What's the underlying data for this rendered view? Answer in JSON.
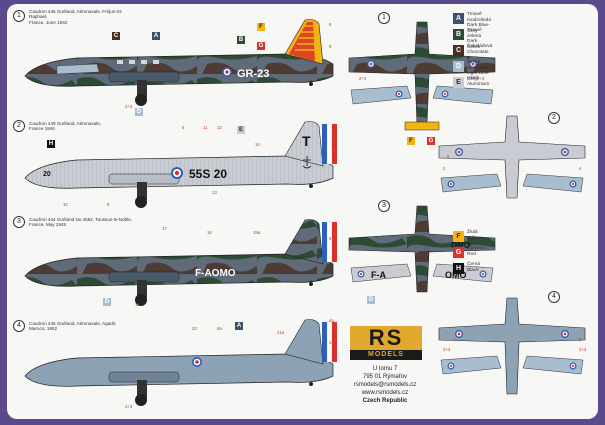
{
  "profiles": [
    {
      "num": "1",
      "title": "Caudron 445 Goéland, Aéronavale, Fréjus-St-Raphael,\nFrance, June 1942",
      "code": "GR-23"
    },
    {
      "num": "2",
      "title": "Caudron 449 Goéland, Aéronavale,\nFrance 1946",
      "code": "55S 20",
      "tail": "T",
      "side": "20"
    },
    {
      "num": "3",
      "title": "Caudron 444 Goéland No.4592, Toussus-le-Noble,\nFrance, May 1945",
      "code": "F-AOMO"
    },
    {
      "num": "4",
      "title": "Caudron 445 Goéland, Aéronavale, Agadir,\nMaroco, 1952"
    }
  ],
  "plans": [
    {
      "num": "1"
    },
    {
      "num": "2"
    },
    {
      "num": "3",
      "code_left": "F-A",
      "code_right": "OMO",
      "code_top": "OMO"
    },
    {
      "num": "4"
    }
  ],
  "callouts": {
    "p1": [
      "A",
      "B",
      "C",
      "F",
      "G",
      "D",
      "E",
      "2+3",
      "2+3",
      "4a",
      "8",
      "9"
    ],
    "p2": [
      "5",
      "10",
      "11",
      "12",
      "13",
      "14",
      "6",
      "7a",
      "15",
      "20",
      "10",
      "9"
    ],
    "p3": [
      "17",
      "18",
      "19a",
      "8",
      "16",
      "D"
    ],
    "p4": [
      "20",
      "8a",
      "A",
      "21a",
      "4a",
      "22",
      "2+3"
    ],
    "plan1": [
      "2+3",
      "2+3",
      "F",
      "G"
    ],
    "plan2": [
      "2",
      "6",
      "4"
    ],
    "plan3": [
      "D"
    ],
    "plan4": [
      "2+3",
      "4",
      "6",
      "2+3"
    ]
  },
  "legend": [
    {
      "key": "A",
      "text": "Tmavě modrošedá\nDark Blue-Grey",
      "color": "#3e4f6b",
      "fg": "#ffffff"
    },
    {
      "key": "B",
      "text": "Tmavě zelená\nDark Green",
      "color": "#2d4a34",
      "fg": "#ffffff"
    },
    {
      "key": "C",
      "text": "Čokoládová\nChocolate",
      "color": "#4a2f22",
      "fg": "#ffffff"
    },
    {
      "key": "D",
      "text": "Světle modrošedá\nLight Blue-Grey",
      "color": "#a9bdd0",
      "fg": "#ffffff"
    },
    {
      "key": "E",
      "text": "Hliník\nAluminium",
      "color": "#c9cdd3",
      "fg": "#333333"
    },
    {
      "key": "F",
      "text": "Žlutá\nYellow",
      "color": "#f2b313",
      "fg": "#333333"
    },
    {
      "key": "G",
      "text": "Červená\nRed",
      "color": "#d8322b",
      "fg": "#ffffff"
    },
    {
      "key": "H",
      "text": "Černá\nBlack",
      "color": "#111111",
      "fg": "#ffffff"
    }
  ],
  "brand": {
    "logo_top": "RS",
    "logo_bottom": "MODELS",
    "address": [
      "U Iomu 7",
      "795 01 Rýmařov",
      "rsmodels@rsmodels.cz",
      "www.rsmodels.cz",
      "Czech Republic"
    ]
  },
  "colors": {
    "camo_green": "#2d4a34",
    "camo_grey": "#5f6b78",
    "camo_brown": "#4a2f22",
    "blue_grey": "#8ea2b6",
    "aluminium": "#c9cdd3",
    "red": "#d8322b",
    "yellow": "#f2b313",
    "french_blue": "#2b5fb8"
  },
  "icons": [
    "roundel-icon",
    "anchor-icon",
    "tricolor-flag-icon"
  ]
}
